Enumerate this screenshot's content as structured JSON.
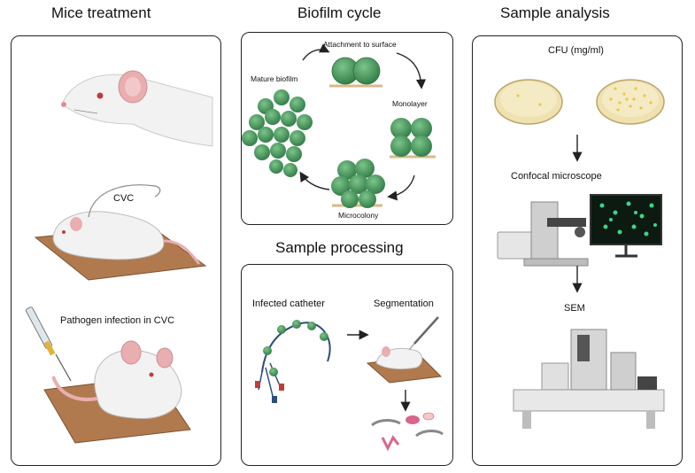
{
  "sections": {
    "mice_treatment": {
      "title": "Mice treatment",
      "cvc_label": "CVC",
      "infection_label": "Pathogen infection in CVC"
    },
    "biofilm_cycle": {
      "title": "Biofilm cycle",
      "stages": {
        "attachment": "Attachment to surface",
        "monolayer": "Monolayer",
        "microcolony": "Microcolony",
        "mature": "Mature biofilm"
      }
    },
    "sample_processing": {
      "title": "Sample processing",
      "infected_catheter": "Infected catheter",
      "segmentation": "Segmentation"
    },
    "sample_analysis": {
      "title": "Sample analysis",
      "cfu": "CFU (mg/ml)",
      "confocal": "Confocal  microscope",
      "sem": "SEM"
    }
  },
  "colors": {
    "border": "#222222",
    "cell_green": "#4a9a5c",
    "cell_dark": "#2f7a45",
    "plate_agar": "#efe2b0",
    "colony": "#e8c84a",
    "board": "#b07a4e",
    "mouse_body": "#f2f2f2",
    "mouse_ear": "#e9aeb0",
    "confocal_bg": "#0c1a12",
    "confocal_cells": "#3fd28a"
  },
  "icons": [
    "mouse-icon",
    "catheter-icon",
    "petri-dish-icon",
    "microscope-icon",
    "monitor-icon",
    "sem-instrument-icon",
    "syringe-icon",
    "scalpel-icon"
  ]
}
